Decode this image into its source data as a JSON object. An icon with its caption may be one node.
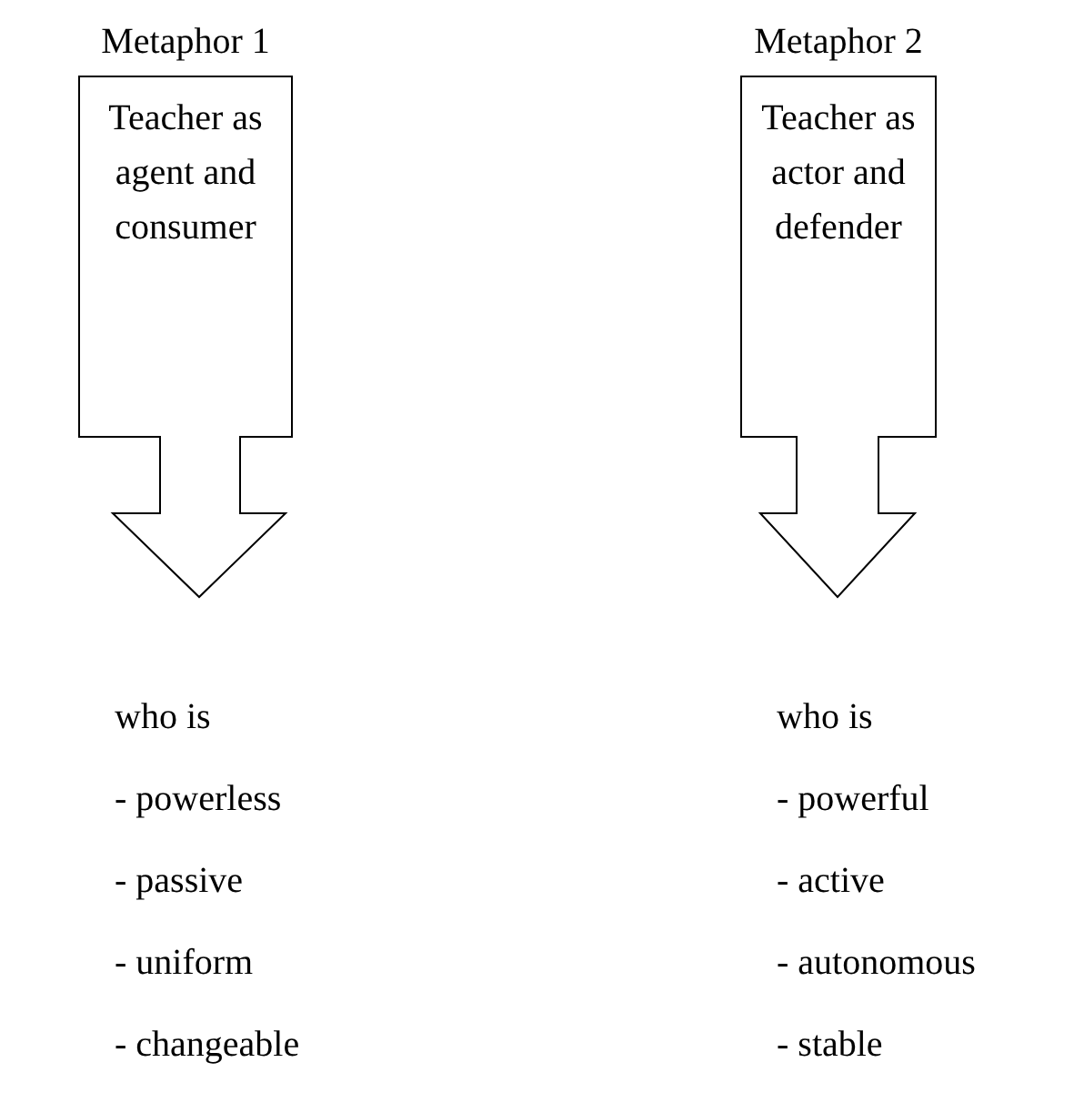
{
  "diagram": {
    "nodes": [
      {
        "text": [
          "Metaphor 1",
          "Teacher as agent and consumer"
        ]
      },
      {
        "text": [
          "Metaphor 2",
          "Teacher as actor and defender"
        ]
      }
    ],
    "labels": [
      "who is",
      "- powerless",
      "- passive",
      "- uniform",
      "- changeable",
      "who is",
      "- powerful",
      "- active",
      "- autonomous",
      "- stable"
    ]
  }
}
